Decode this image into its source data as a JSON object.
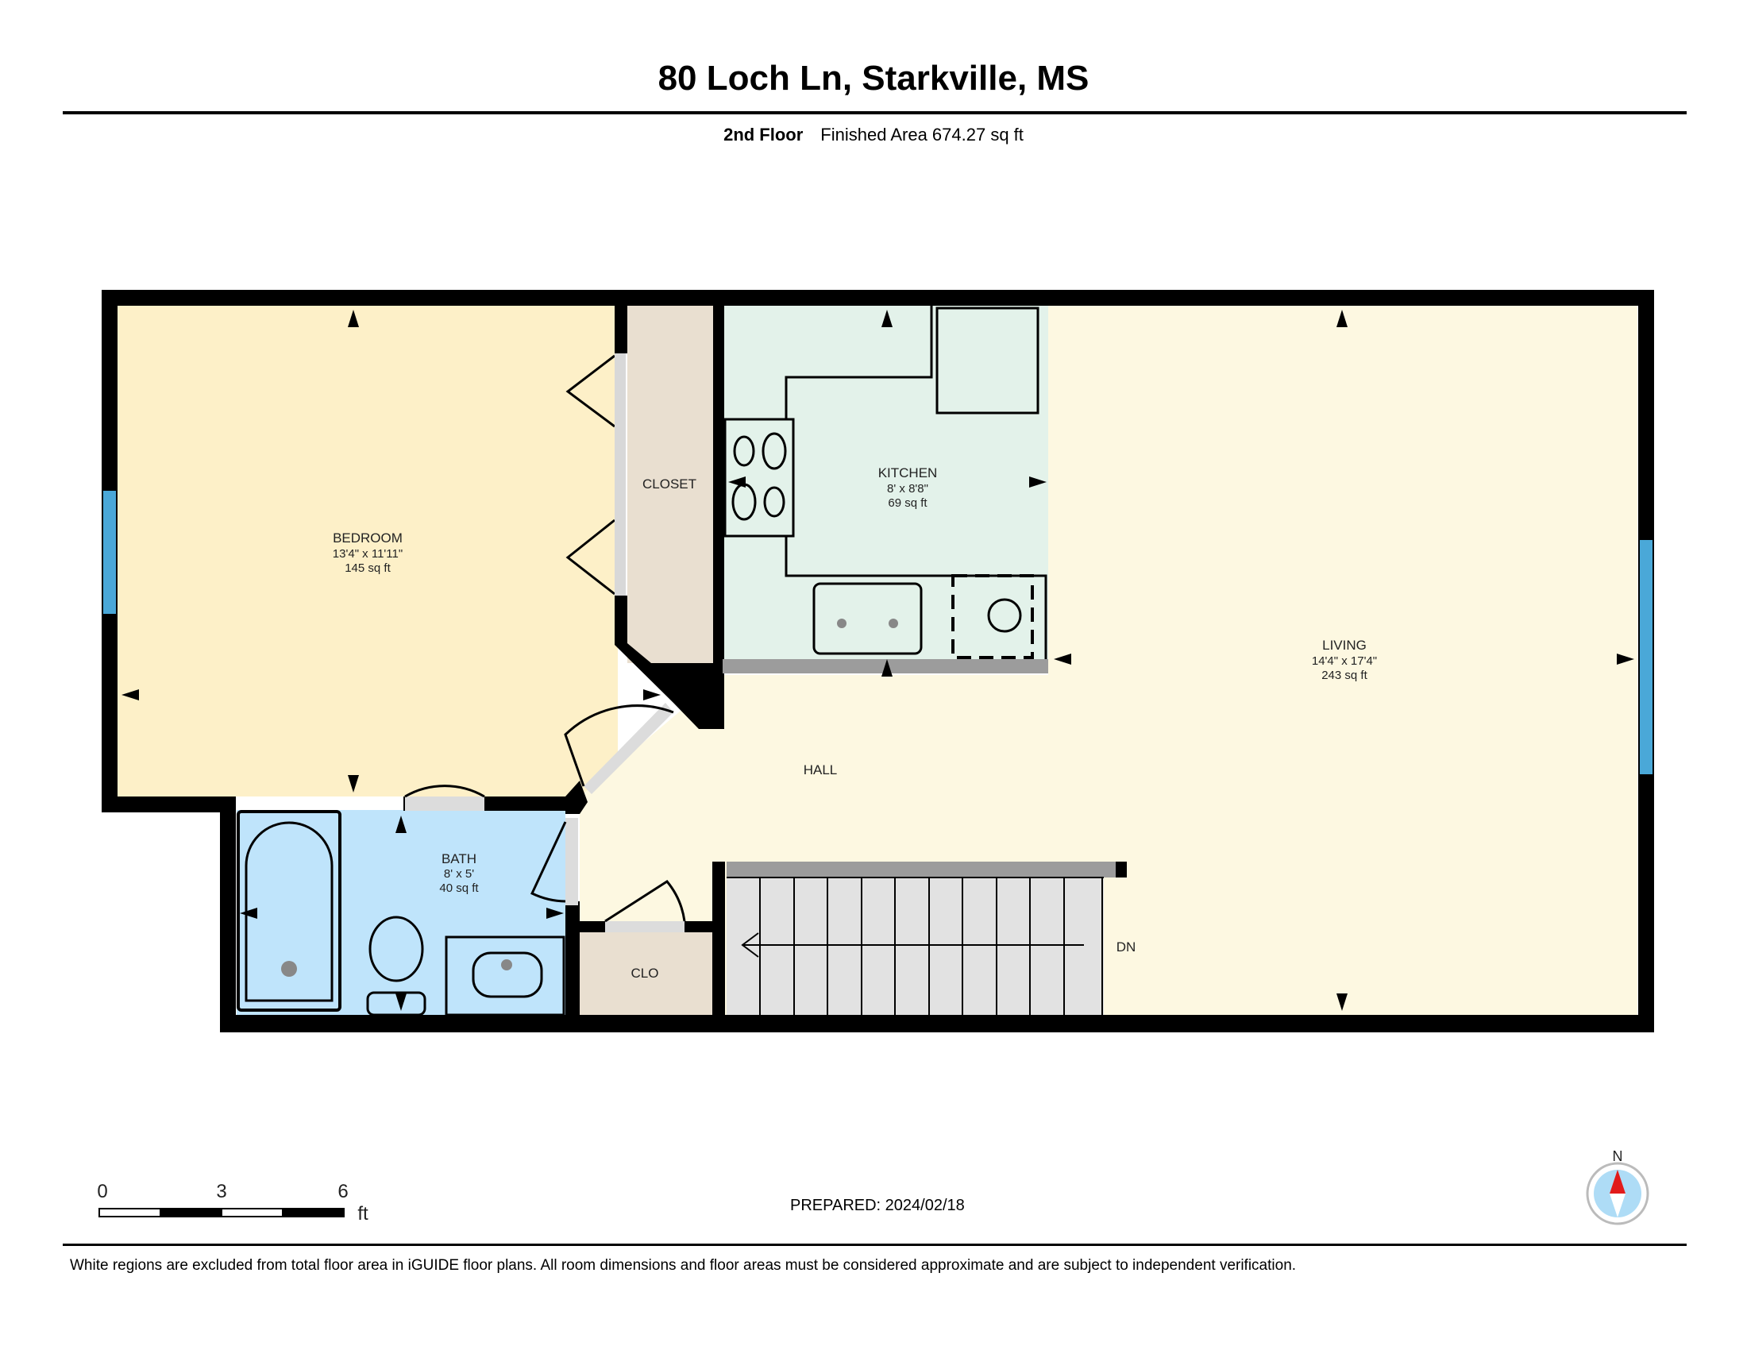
{
  "header": {
    "address": "80 Loch Ln, Starkville, MS",
    "floor_name": "2nd Floor",
    "finished_area": "Finished Area 674.27 sq ft"
  },
  "rooms": {
    "bedroom": {
      "name": "BEDROOM",
      "dims": "13'4\" x 11'11\"",
      "area": "145 sq ft"
    },
    "closet": {
      "name": "CLOSET"
    },
    "kitchen": {
      "name": "KITCHEN",
      "dims": "8' x 8'8\"",
      "area": "69 sq ft"
    },
    "living": {
      "name": "LIVING",
      "dims": "14'4\" x 17'4\"",
      "area": "243 sq ft"
    },
    "hall": {
      "name": "HALL"
    },
    "bath": {
      "name": "BATH",
      "dims": "8' x 5'",
      "area": "40 sq ft"
    },
    "clo": {
      "name": "CLO"
    },
    "stairs": {
      "label": "DN"
    }
  },
  "scale_bar": {
    "ticks": [
      "0",
      "3",
      "6"
    ],
    "unit": "ft"
  },
  "compass": {
    "label": "N"
  },
  "footer": {
    "prepared": "PREPARED: 2024/02/18",
    "disclaimer": "White regions are excluded from total floor area in iGUIDE floor plans. All room dimensions and floor areas must be considered approximate and are subject to independent verification."
  },
  "colors": {
    "bedroom": "#fdf0c8",
    "kitchen": "#e3f2ea",
    "living": "#fdf8e1",
    "bath": "#bfe4fb",
    "closet": "#e9dfd0",
    "window": "#4aa8d8",
    "wall": "#000000"
  }
}
